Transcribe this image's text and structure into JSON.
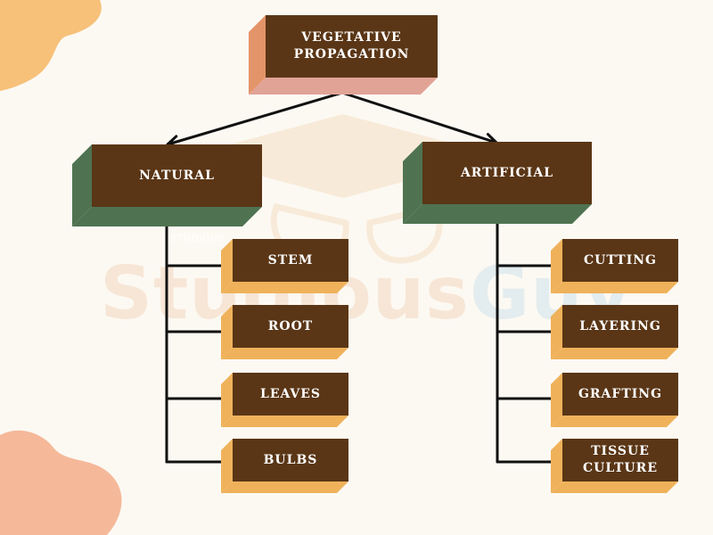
{
  "diagram": {
    "root": {
      "label": "VEGETATIVE\nPROPAGATION"
    },
    "branches": [
      {
        "label": "NATURAL",
        "children": [
          "STEM",
          "ROOT",
          "LEAVES",
          "BULBS"
        ]
      },
      {
        "label": "ARTIFICIAL",
        "children": [
          "CUTTING",
          "LAYERING",
          "GRAFTING",
          "TISSUE\nCULTURE"
        ]
      }
    ]
  },
  "watermark": {
    "text_main": "Studious",
    "text_accent": "Guy",
    "small": "STUDIOUS"
  },
  "colors": {
    "box_front": "#5a3616",
    "root_side": "#e39468",
    "root_bottom": "#e1a396",
    "branch_side": "#4f7351",
    "child_side": "#efb25b",
    "connector": "#111111",
    "blob_top_left": "#f7c179",
    "blob_bottom_left": "#f5b99a"
  }
}
